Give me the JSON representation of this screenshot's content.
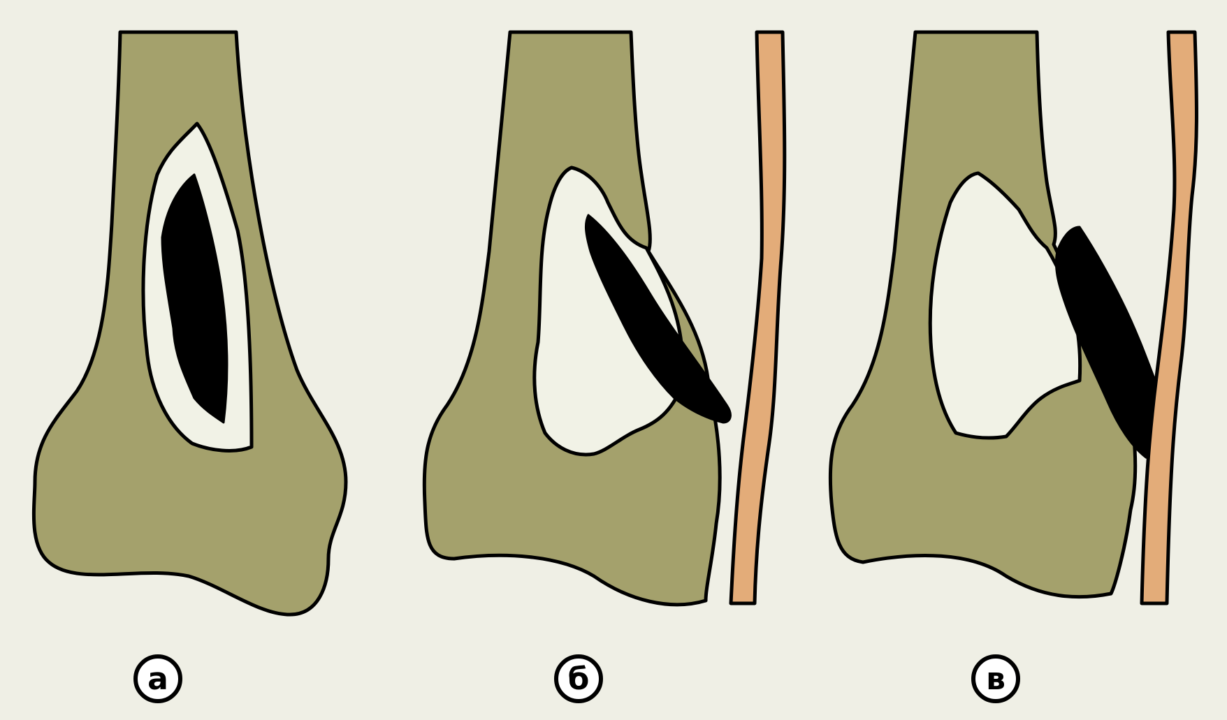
{
  "panels": [
    {
      "label": "а"
    },
    {
      "label": "б"
    },
    {
      "label": "в"
    }
  ],
  "colors": {
    "background": "#efefe5",
    "bone": "#a4a16c",
    "cavity": "#f1f2e6",
    "sequestrum": "#000000",
    "skin": "#e3ac79"
  }
}
